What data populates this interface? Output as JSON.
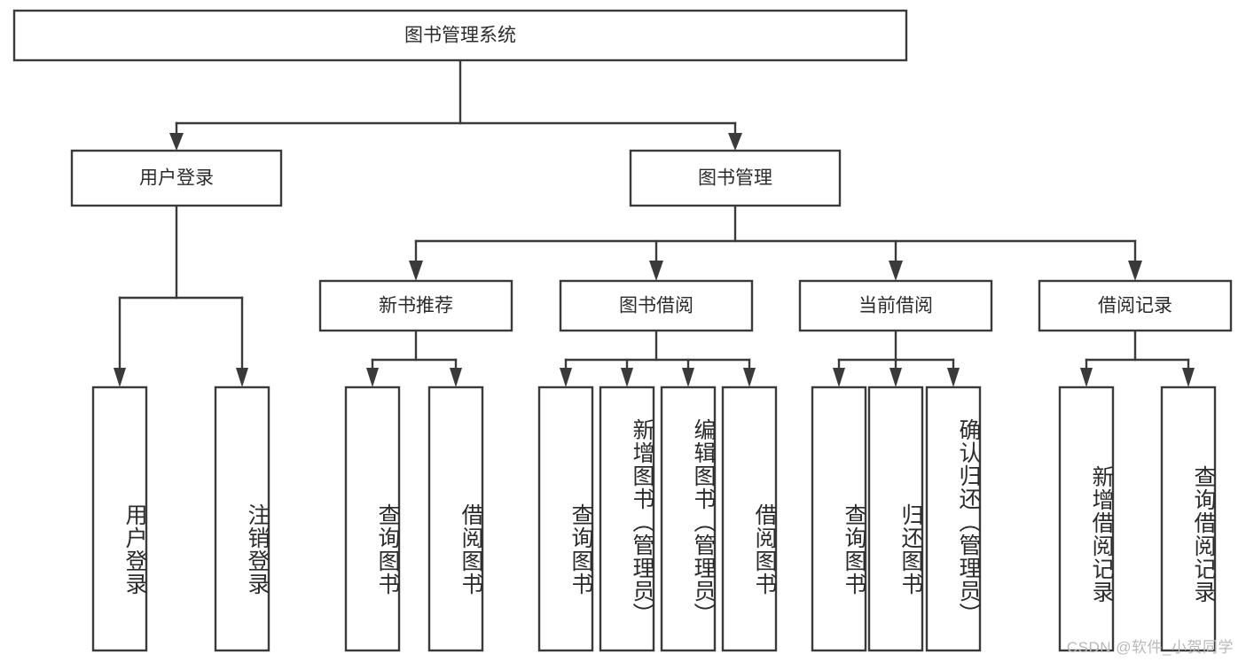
{
  "diagram": {
    "title": "图书管理系统",
    "type": "hierarchy-tree",
    "watermark": "CSDN @软件_小贺同学",
    "colors": {
      "stroke": "#3a3a3a",
      "box_fill": "#ffffff",
      "text": "#2b2b2b",
      "background": "#ffffff",
      "watermark": "#b9b9b9"
    },
    "root": {
      "label": "图书管理系统",
      "orientation": "horizontal"
    },
    "level2": [
      {
        "label": "用户登录",
        "orientation": "horizontal"
      },
      {
        "label": "图书管理",
        "orientation": "horizontal"
      }
    ],
    "level3": [
      {
        "label": "新书推荐",
        "orientation": "horizontal"
      },
      {
        "label": "图书借阅",
        "orientation": "horizontal"
      },
      {
        "label": "当前借阅",
        "orientation": "horizontal"
      },
      {
        "label": "借阅记录",
        "orientation": "horizontal"
      }
    ],
    "leaves": {
      "user_login": [
        {
          "label": "用户登录",
          "orientation": "vertical"
        },
        {
          "label": "注销登录",
          "orientation": "vertical"
        }
      ],
      "new_book_recommend": [
        {
          "label": "查询图书",
          "orientation": "vertical"
        },
        {
          "label": "借阅图书",
          "orientation": "vertical"
        }
      ],
      "book_borrow": [
        {
          "label": "查询图书",
          "orientation": "vertical"
        },
        {
          "label": "新增图书（管理员）",
          "orientation": "vertical"
        },
        {
          "label": "编辑图书（管理员）",
          "orientation": "vertical"
        },
        {
          "label": "借阅图书",
          "orientation": "vertical"
        }
      ],
      "current_borrow": [
        {
          "label": "查询图书",
          "orientation": "vertical"
        },
        {
          "label": "归还图书",
          "orientation": "vertical"
        },
        {
          "label": "确认归还（管理员）",
          "orientation": "vertical"
        }
      ],
      "borrow_record": [
        {
          "label": "新增借阅记录",
          "orientation": "vertical"
        },
        {
          "label": "查询借阅记录",
          "orientation": "vertical"
        }
      ]
    }
  }
}
